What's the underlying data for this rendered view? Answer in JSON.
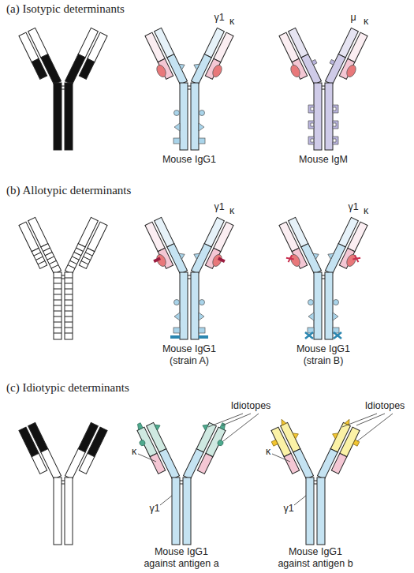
{
  "diagram": {
    "labels": [
      "(a) Isotypic determinants",
      "γ1",
      "κ",
      "Mouse IgG1",
      "μ",
      "κ",
      "Mouse IgM",
      "(b) Allotypic determinants",
      "γ1",
      "κ",
      "Mouse IgG1 (strain A)",
      "γ1",
      "κ",
      "Mouse IgG1 (strain B)",
      "(c) Idiotypic determinants",
      "Idiotopes",
      "κ",
      "γ1",
      "Mouse IgG1 against antigen a",
      "Idiotopes",
      "κ",
      "γ1",
      "Mouse IgG1 against antigen b"
    ]
  }
}
